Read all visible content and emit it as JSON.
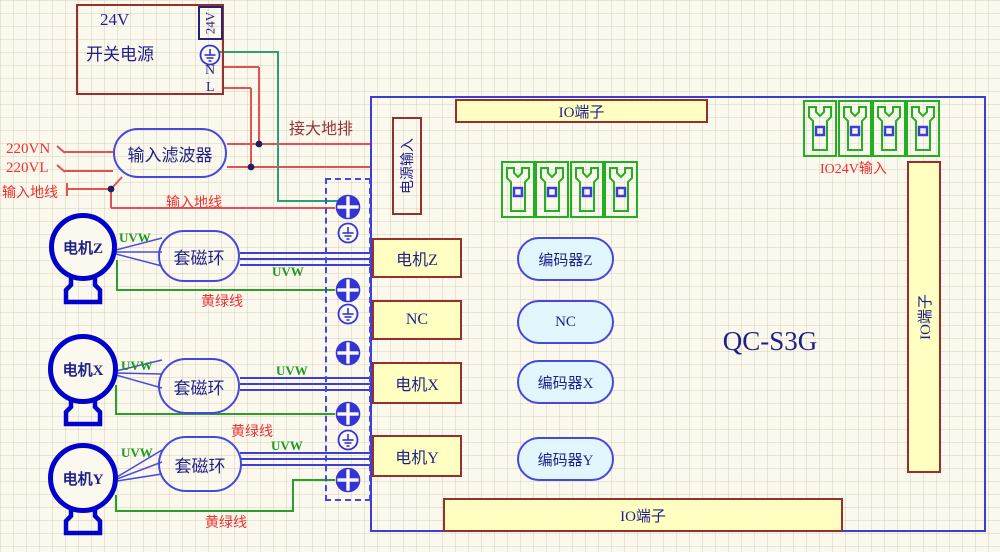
{
  "psu": {
    "line1": "24V",
    "line2": "开关电源",
    "terminal": "24V",
    "n": "N",
    "l": "L"
  },
  "filter_label": "输入滤波器",
  "left_labels": {
    "v220n": "220VN",
    "v220l": "220VL",
    "ground_in": "输入地线",
    "ground_mid": "输入地线",
    "earth_bar": "接大地排"
  },
  "motors": [
    {
      "name": "电机Z",
      "ferrite": "套磁环",
      "uvw_a": "UVW",
      "uvw_b": "UVW",
      "green": "黄绿线"
    },
    {
      "name": "电机X",
      "ferrite": "套磁环",
      "uvw_a": "UVW",
      "uvw_b": "UVW",
      "green": "黄绿线"
    },
    {
      "name": "电机Y",
      "ferrite": "套磁环",
      "uvw_a": "UVW",
      "uvw_b": "UVW",
      "green": "黄绿线"
    }
  ],
  "unit": {
    "model": "QC-S3G",
    "power_input": "电源输入",
    "io_top": "IO端子",
    "io_bottom": "IO端子",
    "io_right": "IO端子",
    "io24v": "IO24V输入",
    "ports": [
      {
        "label": "电机Z"
      },
      {
        "label": "NC"
      },
      {
        "label": "电机X"
      },
      {
        "label": "电机Y"
      }
    ],
    "encoders": [
      {
        "label": "编码器Z"
      },
      {
        "label": "NC"
      },
      {
        "label": "编码器X"
      },
      {
        "label": "编码器Y"
      }
    ]
  },
  "colors": {
    "background": "#fbf9ee",
    "main_border_blue": "#3c3cd6",
    "box_border_maroon": "#96302c",
    "yellow_fill": "#ffffc2",
    "encoder_fill": "#e2f6fe",
    "wire_red": "#e05353",
    "wire_teal_green": "#2e9e74",
    "wire_green": "#2aa02a",
    "wire_blue": "#3d3dd8",
    "connector_green": "#22b022",
    "label_red": "#f03030",
    "label_maroon": "#963333",
    "text_navy": "#1f1f8a"
  }
}
